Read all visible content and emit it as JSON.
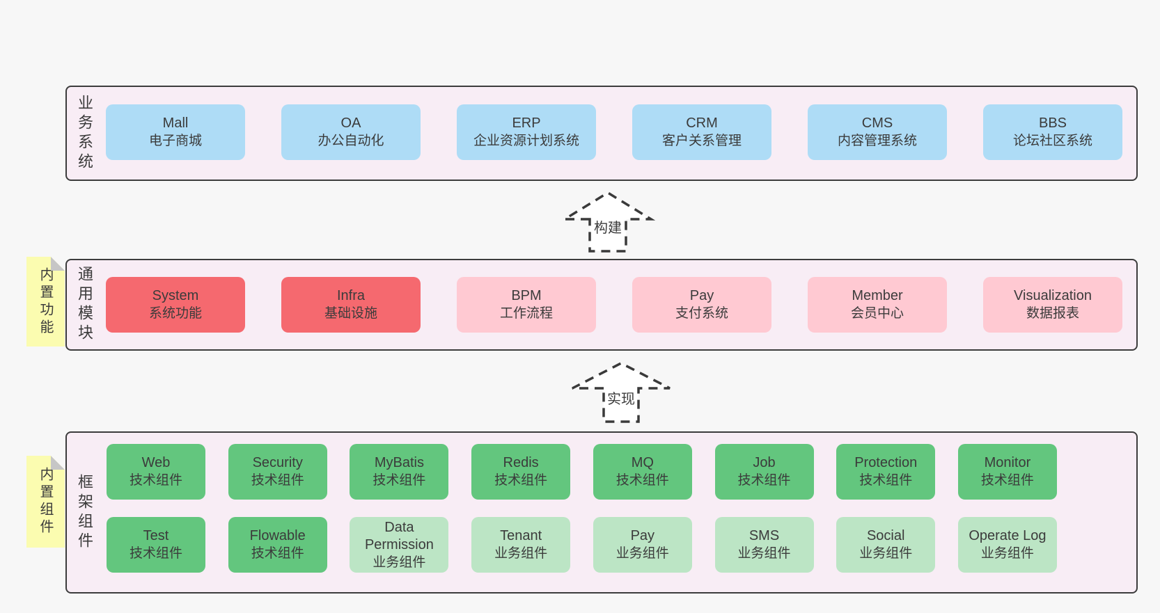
{
  "diagram": {
    "arrows": [
      {
        "label": "构建"
      },
      {
        "label": "实现"
      }
    ],
    "sections": [
      {
        "label": "业务系统",
        "boxes_rows": [
          [
            {
              "title": "Mall",
              "subtitle": "电子商城",
              "variant": "blue"
            },
            {
              "title": "OA",
              "subtitle": "办公自动化",
              "variant": "blue"
            },
            {
              "title": "ERP",
              "subtitle": "企业资源计划系统",
              "variant": "blue"
            },
            {
              "title": "CRM",
              "subtitle": "客户关系管理",
              "variant": "blue"
            },
            {
              "title": "CMS",
              "subtitle": "内容管理系统",
              "variant": "blue"
            },
            {
              "title": "BBS",
              "subtitle": "论坛社区系统",
              "variant": "blue"
            }
          ]
        ]
      },
      {
        "label": "通用模块",
        "sticky": "内置功能",
        "boxes_rows": [
          [
            {
              "title": "System",
              "subtitle": "系统功能",
              "variant": "red"
            },
            {
              "title": "Infra",
              "subtitle": "基础设施",
              "variant": "red"
            },
            {
              "title": "BPM",
              "subtitle": "工作流程",
              "variant": "pink"
            },
            {
              "title": "Pay",
              "subtitle": "支付系统",
              "variant": "pink"
            },
            {
              "title": "Member",
              "subtitle": "会员中心",
              "variant": "pink"
            },
            {
              "title": "Visualization",
              "subtitle": "数据报表",
              "variant": "pink"
            }
          ]
        ]
      },
      {
        "label": "框架组件",
        "sticky": "内置组件",
        "boxes_rows": [
          [
            {
              "title": "Web",
              "subtitle": "技术组件",
              "variant": "green"
            },
            {
              "title": "Security",
              "subtitle": "技术组件",
              "variant": "green"
            },
            {
              "title": "MyBatis",
              "subtitle": "技术组件",
              "variant": "green"
            },
            {
              "title": "Redis",
              "subtitle": "技术组件",
              "variant": "green"
            },
            {
              "title": "MQ",
              "subtitle": "技术组件",
              "variant": "green"
            },
            {
              "title": "Job",
              "subtitle": "技术组件",
              "variant": "green"
            },
            {
              "title": "Protection",
              "subtitle": "技术组件",
              "variant": "green"
            },
            {
              "title": "Monitor",
              "subtitle": "技术组件",
              "variant": "green"
            }
          ],
          [
            {
              "title": "Test",
              "subtitle": "技术组件",
              "variant": "green"
            },
            {
              "title": "Flowable",
              "subtitle": "技术组件",
              "variant": "green"
            },
            {
              "title": "Data Permission",
              "subtitle": "业务组件",
              "variant": "green-light"
            },
            {
              "title": "Tenant",
              "subtitle": "业务组件",
              "variant": "green-light"
            },
            {
              "title": "Pay",
              "subtitle": "业务组件",
              "variant": "green-light"
            },
            {
              "title": "SMS",
              "subtitle": "业务组件",
              "variant": "green-light"
            },
            {
              "title": "Social",
              "subtitle": "业务组件",
              "variant": "green-light"
            },
            {
              "title": "Operate Log",
              "subtitle": "业务组件",
              "variant": "green-light"
            }
          ]
        ]
      }
    ],
    "colors": {
      "page_bg": "#f7f7f7",
      "panel_bg": "#f8edf5",
      "panel_border": "#3c3c3c",
      "blue": "#aedcf6",
      "red": "#f5696f",
      "pink": "#ffc9d2",
      "green": "#63c67e",
      "green_light": "#bce5c5",
      "sticky_yellow": "#fbfcb0",
      "sticky_fold_gray": "#c6c6c6",
      "text": "#3b3b3b"
    }
  }
}
